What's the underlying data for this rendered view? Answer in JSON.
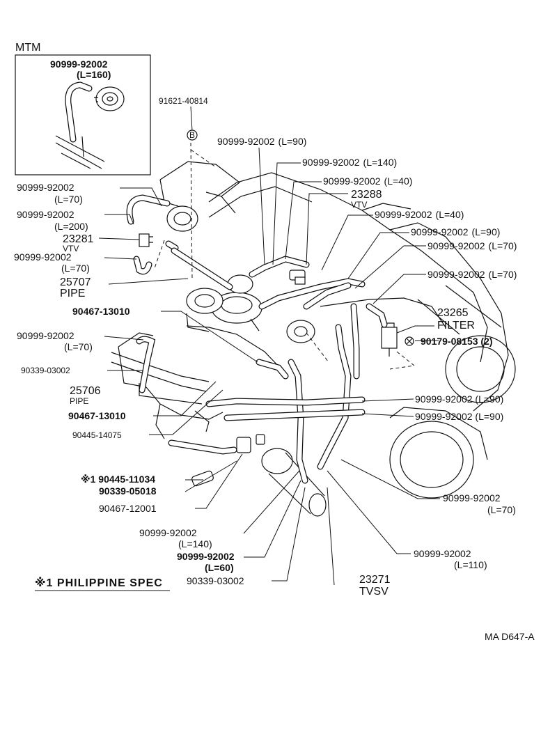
{
  "inset": {
    "title": "MTM",
    "part": "90999-92002",
    "length": "(L=160)"
  },
  "labels": {
    "p91621": "91621-40814",
    "marker_b": "B",
    "h1_part": "90999-92002",
    "h1_len": "(L=90)",
    "h2_part": "90999-92002",
    "h2_len": "(L=140)",
    "h3_part": "90999-92002",
    "h3_len": "(L=40)",
    "vtv23288_part": "23288",
    "vtv23288_name": "VTV",
    "h4_part": "90999-92002",
    "h4_len": "(L=40)",
    "h5_part": "90999-92002",
    "h5_len": "(L=90)",
    "h6_part": "90999-92002",
    "h6_len": "(L=70)",
    "h7_part": "90999-92002",
    "h7_len": "(L=70)",
    "filter_part": "23265",
    "filter_name": "FILTER",
    "p90179": "90179-08153 (2)",
    "l1_part": "90999-92002",
    "l1_len": "(L=70)",
    "l2_part": "90999-92002",
    "l2_len": "(L=200)",
    "vtv23281_part": "23281",
    "vtv23281_name": "VTV",
    "l3_part": "90999-92002",
    "l3_len": "(L=70)",
    "pipe25707_part": "25707",
    "pipe25707_name": "PIPE",
    "p90467a": "90467-13010",
    "l4_part": "90999-92002",
    "l4_len": "(L=70)",
    "p90339a": "90339-03002",
    "pipe25706_part": "25706",
    "pipe25706_name": "PIPE",
    "p90467b": "90467-13010",
    "p90445a": "90445-14075",
    "p90445b": "※1 90445-11034",
    "p90339b": "90339-05018",
    "p90467c": "90467-12001",
    "m1_part": "90999-92002",
    "m1_len": "(L=140)",
    "m2_part": "90999-92002",
    "m2_len": "(L=60)",
    "p90339c": "90339-03002",
    "tvsv_part": "23271",
    "tvsv_name": "TVSV",
    "r1": "90999-92002 (L=90)",
    "r2": "90999-92002 (L=90)",
    "r3_part": "90999-92002",
    "r3_len": "(L=70)",
    "r4_part": "90999-92002",
    "r4_len": "(L=110)"
  },
  "footnote": "※1 PHILIPPINE SPEC",
  "drawing_code": "MA  D647-A"
}
